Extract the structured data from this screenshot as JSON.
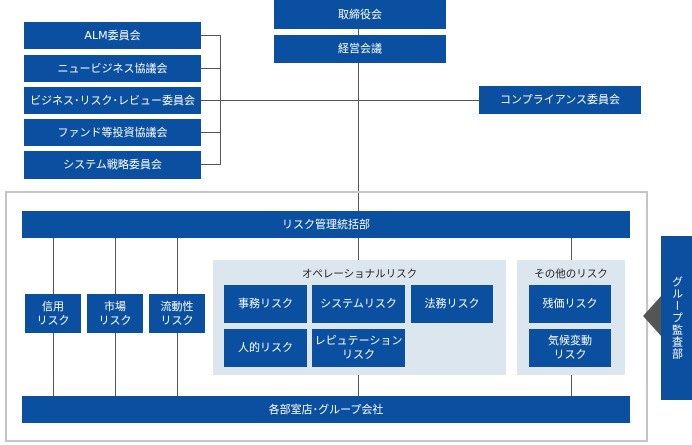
{
  "top": {
    "board": "取締役会",
    "management": "経営会議"
  },
  "committees": [
    "ALM委員会",
    "ニュービジネス協議会",
    "ビジネス･リスク･レビュー委員会",
    "ファンド等投資協議会",
    "システム戦略委員会"
  ],
  "compliance_committee": "コンプライアンス委員会",
  "risk_division": "リスク管理統括部",
  "risk_types": {
    "credit": "信用\nリスク",
    "market": "市場\nリスク",
    "liquidity": "流動性\nリスク"
  },
  "operational": {
    "title": "オペレーショナルリスク",
    "items": {
      "admin": "事務リスク",
      "system": "システムリスク",
      "legal": "法務リスク",
      "human": "人的リスク",
      "reputation": "レピュテーション\nリスク"
    }
  },
  "other": {
    "title": "その他のリスク",
    "items": {
      "residual": "残価リスク",
      "climate": "気候変動\nリスク"
    }
  },
  "departments": "各部室店･グループ会社",
  "audit": "グループ監査部",
  "colors": {
    "box": "#0b50a0",
    "panel": "#dce6ef",
    "frame": "#c6c6c6"
  }
}
